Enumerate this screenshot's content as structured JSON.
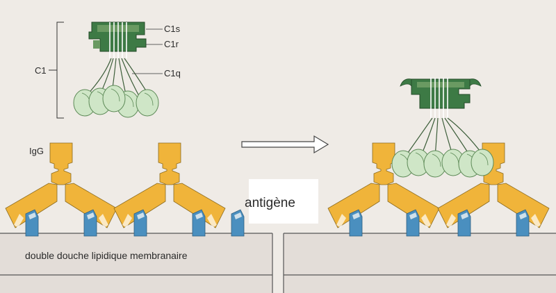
{
  "labels": {
    "c1": "C1",
    "c1s": "C1s",
    "c1r": "C1r",
    "c1q": "C1q",
    "igg": "IgG",
    "antigen": "antigène",
    "membrane": "double douche lipidique membranaire"
  },
  "colors": {
    "background": "#efebe6",
    "membrane": "#e3ddd8",
    "antibody": "#f0b43a",
    "antigen": "#4a8fbf",
    "c1_dark": "#3d7a45",
    "c1_mid": "#6a9a62",
    "c1q_head": "#cfe6c7",
    "arrow": "#ffffff"
  }
}
